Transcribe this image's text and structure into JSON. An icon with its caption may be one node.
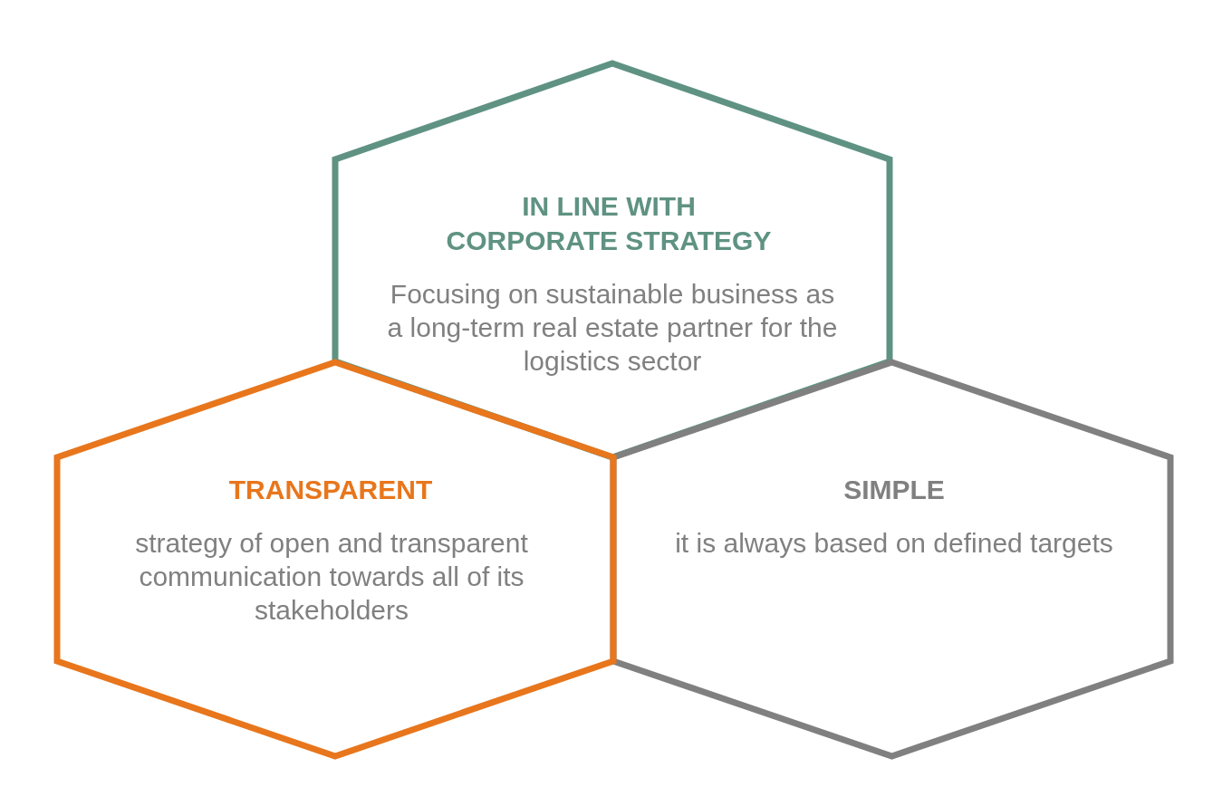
{
  "diagram": {
    "nodes": [
      {
        "text": [
          "IN LINE WITH CORPORATE STRATEGY",
          "Focusing on sustainable business as a long-term real estate partner for the logistics sector"
        ]
      },
      {
        "text": [
          "TRANSPARENT",
          "strategy of open and transparent communication towards all of its stakeholders"
        ]
      },
      {
        "text": [
          "SIMPLE",
          "it is always based on defined targets"
        ]
      }
    ]
  }
}
